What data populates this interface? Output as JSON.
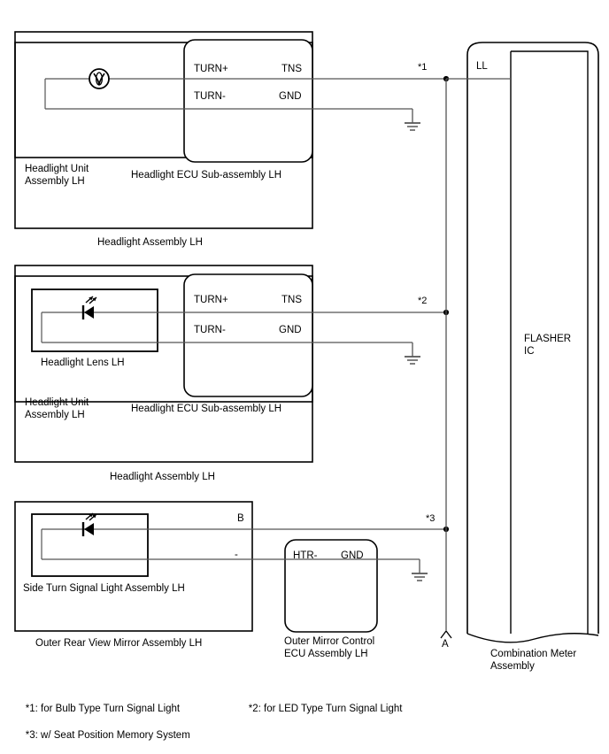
{
  "diagram": {
    "title": "Turn Signal Light System Wiring Diagram (LH)",
    "line_color": "#000000",
    "wire_color": "#555555"
  },
  "blocks": [
    {
      "id": "bulb-headlight",
      "outer_label": "Headlight Assembly LH",
      "inner_label_line1": "Headlight Unit",
      "inner_label_line2": "Assembly LH",
      "ecu_label": "Headlight ECU Sub-assembly LH",
      "lamp_symbol": "bulb-symbol",
      "pins": {
        "in_top": "TURN+",
        "out_top": "TNS",
        "in_bottom": "TURN-",
        "out_bottom": "GND"
      },
      "footnote_marker": "*1"
    },
    {
      "id": "led-headlight",
      "outer_label": "Headlight Assembly LH",
      "inner_label_line1": "Headlight Unit",
      "inner_label_line2": "Assembly LH",
      "lens_label": "Headlight Lens LH",
      "ecu_label": "Headlight ECU Sub-assembly LH",
      "lamp_symbol": "led-symbol",
      "pins": {
        "in_top": "TURN+",
        "out_top": "TNS",
        "in_bottom": "TURN-",
        "out_bottom": "GND"
      },
      "footnote_marker": "*2"
    },
    {
      "id": "side-turn-mirror",
      "outer_label": "Outer Rear View Mirror Assembly LH",
      "inner_label": "Side Turn Signal Light Assembly LH",
      "ecu_label_line1": "Outer Mirror Control",
      "ecu_label_line2": "ECU Assembly LH",
      "lamp_symbol": "led-symbol",
      "pins": {
        "light_top": "B",
        "light_bottom": "-",
        "ecu_left": "HTR-",
        "ecu_right": "GND"
      },
      "footnote_marker": "*3"
    }
  ],
  "meter": {
    "label_line1": "Combination Meter",
    "label_line2": "Assembly",
    "inner_label_line1": "FLASHER",
    "inner_label_line2": "IC",
    "terminal": "LL"
  },
  "bus": {
    "connector_label": "A"
  },
  "footnotes": [
    {
      "marker": "*1:",
      "text": " for Bulb Type Turn Signal Light"
    },
    {
      "marker": "*2:",
      "text": " for LED Type Turn Signal Light"
    },
    {
      "marker": "*3:",
      "text": " w/ Seat Position Memory System"
    }
  ]
}
